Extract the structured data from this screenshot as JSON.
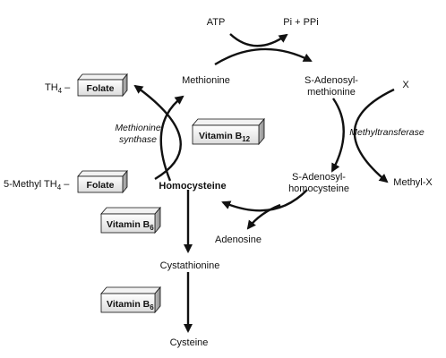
{
  "nodes": {
    "atp": "ATP",
    "pi_ppi": "Pi + PPi",
    "methionine": "Methionine",
    "sam_line1": "S-Adenosyl-",
    "sam_line2": "methionine",
    "x": "X",
    "methyl_x": "Methyl-X",
    "sah_line1": "S-Adenosyl-",
    "sah_line2": "homocysteine",
    "adenosine": "Adenosine",
    "homocysteine": "Homocysteine",
    "cystathionine": "Cystathionine",
    "cysteine": "Cysteine",
    "th4_prefix": "TH",
    "th4_sub": "4",
    "th4_dash": " –",
    "methyl_prefix": "5-Methyl TH",
    "methyl_sub": "4",
    "methyl_dash": " –"
  },
  "enzymes": {
    "ms_line1": "Methionine",
    "ms_line2": "synthase",
    "methyltransferase": "Methyltransferase"
  },
  "cofactors": {
    "folate_top": "Folate",
    "folate_bottom": "Folate",
    "b12_text": "Vitamin B",
    "b12_sub": "12",
    "b6_upper_text": "Vitamin B",
    "b6_upper_sub": "6",
    "b6_lower_text": "Vitamin B",
    "b6_lower_sub": "6"
  }
}
